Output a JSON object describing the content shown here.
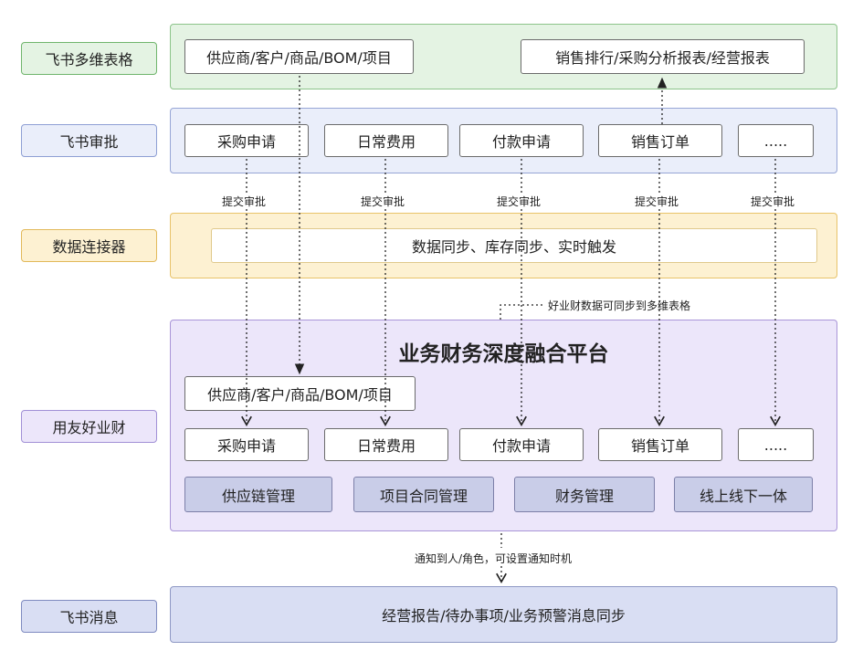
{
  "labels": {
    "feishu_sheet": "飞书多维表格",
    "feishu_approval": "飞书审批",
    "connector": "数据连接器",
    "yonyou": "用友好业财",
    "feishu_message": "飞书消息"
  },
  "sheet": {
    "master_data": "供应商/客户/商品/BOM/项目",
    "reports": "销售排行/采购分析报表/经营报表"
  },
  "approval": {
    "items": [
      "采购申请",
      "日常费用",
      "付款申请",
      "销售订单",
      "....."
    ],
    "submit_label": "提交审批"
  },
  "connector": {
    "bar": "数据同步、库存同步、实时触发",
    "sync_note": "好业财数据可同步到多维表格"
  },
  "platform": {
    "title": "业务财务深度融合平台",
    "master_data": "供应商/客户/商品/BOM/项目",
    "items": [
      "采购申请",
      "日常费用",
      "付款申请",
      "销售订单",
      "....."
    ],
    "modules": [
      "供应链管理",
      "项目合同管理",
      "财务管理",
      "线上线下一体"
    ]
  },
  "notify": {
    "note": "通知到人/角色，可设置通知时机",
    "bar": "经营报告/待办事项/业务预警消息同步"
  },
  "colors": {
    "green_fill": "#e4f3e3",
    "green_border": "#8cc48a",
    "blue_fill": "#eaeefa",
    "blue_border": "#97a6d6",
    "yellow_fill": "#fdf1d2",
    "yellow_border": "#e8c36a",
    "purple_fill": "#ece6fa",
    "purple_border": "#a995d8",
    "msg_fill": "#d9def3",
    "msg_border": "#8e98c4"
  }
}
